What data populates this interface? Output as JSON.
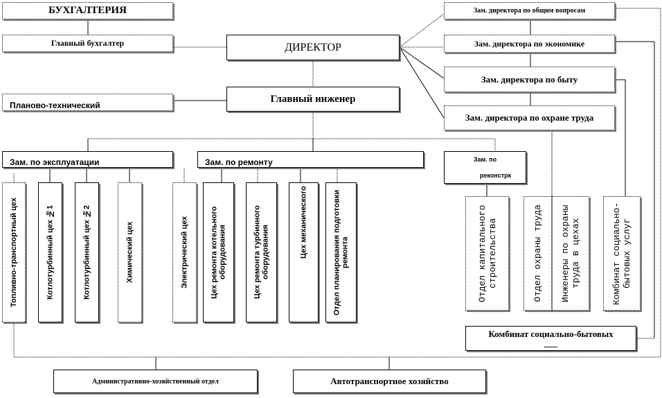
{
  "boxes": {
    "accounting": "БУХГАЛТЕРИЯ",
    "chief_accountant": "Главный бухгалтер",
    "director": "ДИРЕКТОР",
    "planning_technical": "Планово-технический",
    "chief_engineer": "Главный инженер",
    "deputy_general": "Зам. директора  по общим  вопросам",
    "deputy_economics": "Зам. директора по экономике",
    "deputy_household": "Зам. директора по быту",
    "deputy_labor_safety": "Зам. директора по охране труда",
    "deputy_operations": "Зам. по эксплуатации",
    "deputy_repair": "Зам. по ремонту",
    "deputy_construction_line1": "Зам. по",
    "deputy_construction_line2": "реконстрк",
    "social_services_plant": "Комбинат социально-бытовых",
    "social_services_plant_tail": "___",
    "admin_dept": "Административно-хозяйственный  отдел",
    "transport": "Автотранспортное хозяйство"
  },
  "workshops": [
    "Топливно-транспортный   цех",
    "Котлотурбинный  цех №1",
    "Котлотурбинный  цех №2",
    "Химический   цех",
    "Электрический  цех",
    "Цех     ремонта     котельного оборудования",
    "Цех     ремонта     турбинного оборудования",
    "Цех           механического",
    "Отдел           планирования подготовки ремонта"
  ],
  "departments": [
    "Отдел капитального строительства",
    "Отдел охраны труда",
    "Инженеры по охраны труда в цехах",
    "Комбинат социально-бытовых услуг"
  ]
}
